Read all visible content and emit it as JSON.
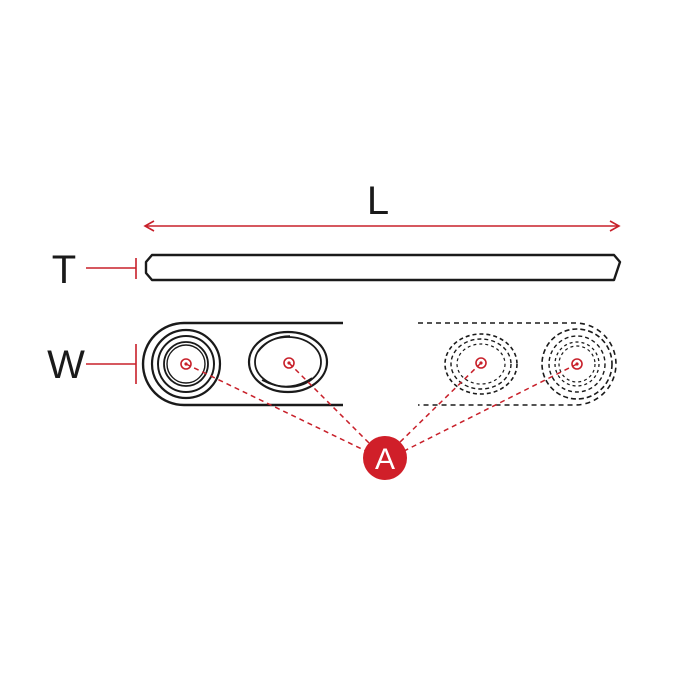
{
  "labels": {
    "length": "L",
    "thickness": "T",
    "width": "W",
    "callout": "A"
  },
  "colors": {
    "dimension": "#c8202a",
    "outline": "#1a1a1a",
    "callout_fill": "#d01f29",
    "callout_text": "#ffffff"
  }
}
